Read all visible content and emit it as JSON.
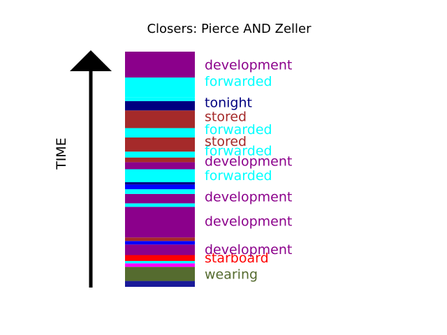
{
  "chart_data": {
    "type": "bar",
    "title": "Closers: Pierce AND Zeller",
    "ylabel": "TIME",
    "segments": [
      {
        "start": 0.0,
        "end": 2.5,
        "color": "#1a1a99"
      },
      {
        "start": 2.5,
        "end": 8.5,
        "color": "#556b2f"
      },
      {
        "start": 8.5,
        "end": 10.0,
        "color": "#ff00ff"
      },
      {
        "start": 10.0,
        "end": 11.0,
        "color": "#00ffff"
      },
      {
        "start": 11.0,
        "end": 13.5,
        "color": "#ff0000"
      },
      {
        "start": 13.5,
        "end": 18.0,
        "color": "#8b008b"
      },
      {
        "start": 18.0,
        "end": 19.5,
        "color": "#0000ff"
      },
      {
        "start": 19.5,
        "end": 21.0,
        "color": "#a52a2a"
      },
      {
        "start": 21.0,
        "end": 34.0,
        "color": "#8b008b"
      },
      {
        "start": 34.0,
        "end": 35.5,
        "color": "#00ffff"
      },
      {
        "start": 35.5,
        "end": 39.5,
        "color": "#8b008b"
      },
      {
        "start": 39.5,
        "end": 41.5,
        "color": "#00ffff"
      },
      {
        "start": 41.5,
        "end": 43.5,
        "color": "#0000ff"
      },
      {
        "start": 43.5,
        "end": 44.5,
        "color": "#000080"
      },
      {
        "start": 44.5,
        "end": 50.0,
        "color": "#00ffff"
      },
      {
        "start": 50.0,
        "end": 53.0,
        "color": "#8b008b"
      },
      {
        "start": 53.0,
        "end": 55.0,
        "color": "#a52a2a"
      },
      {
        "start": 55.0,
        "end": 57.5,
        "color": "#00ffff"
      },
      {
        "start": 57.5,
        "end": 63.5,
        "color": "#a52a2a"
      },
      {
        "start": 63.5,
        "end": 67.5,
        "color": "#00ffff"
      },
      {
        "start": 67.5,
        "end": 75.0,
        "color": "#a52a2a"
      },
      {
        "start": 75.0,
        "end": 79.0,
        "color": "#000080"
      },
      {
        "start": 79.0,
        "end": 80.5,
        "color": "#00ffff"
      },
      {
        "start": 80.5,
        "end": 89.0,
        "color": "#00ffff"
      },
      {
        "start": 89.0,
        "end": 100.0,
        "color": "#8b008b"
      }
    ],
    "labels": [
      {
        "text": "wearing",
        "time": 5.5,
        "color": "#556b2f"
      },
      {
        "text": "starboard",
        "time": 12.5,
        "color": "#ff0000"
      },
      {
        "text": "development",
        "time": 16.0,
        "color": "#8b008b"
      },
      {
        "text": "development",
        "time": 28.0,
        "color": "#8b008b"
      },
      {
        "text": "development",
        "time": 38.5,
        "color": "#8b008b"
      },
      {
        "text": "forwarded",
        "time": 47.5,
        "color": "#00ffff"
      },
      {
        "text": "development",
        "time": 53.5,
        "color": "#8b008b"
      },
      {
        "text": "forwarded",
        "time": 58.0,
        "color": "#00ffff"
      },
      {
        "text": "stored",
        "time": 62.0,
        "color": "#a52a2a"
      },
      {
        "text": "forwarded",
        "time": 67.0,
        "color": "#00ffff"
      },
      {
        "text": "stored",
        "time": 72.5,
        "color": "#a52a2a"
      },
      {
        "text": "tonight",
        "time": 78.5,
        "color": "#000080"
      },
      {
        "text": "forwarded",
        "time": 87.5,
        "color": "#00ffff"
      },
      {
        "text": "development",
        "time": 94.5,
        "color": "#8b008b"
      }
    ]
  }
}
